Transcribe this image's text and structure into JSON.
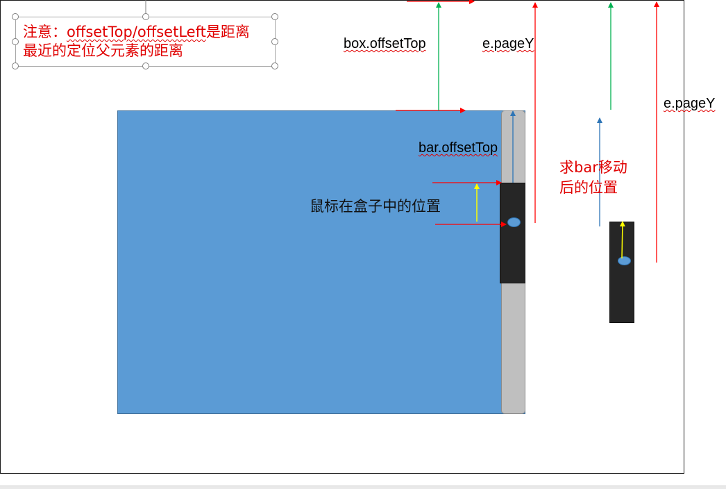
{
  "note": {
    "prefix": "注意：",
    "code": "offsetTop/offsetLeft",
    "line1_suffix": "是距离",
    "line2": "最近的定位父元素的距离"
  },
  "labels": {
    "box_offset_top": "box.offsetTop",
    "e_page_y_1": "e.pageY",
    "e_page_y_2": "e.pageY",
    "bar_offset_top": "bar.offsetTop",
    "mouse_in_box": "鼠标在盒子中的位置",
    "bar_moved_position": "求bar移动后的位置"
  },
  "colors": {
    "box": "#5b9bd5",
    "track": "#bfbfbf",
    "bar": "#262626",
    "arrow_red": "#ff0000",
    "arrow_green": "#00b050",
    "arrow_blue": "#2e75b6",
    "arrow_yellow": "#ffff00",
    "note_text": "#e00000"
  }
}
